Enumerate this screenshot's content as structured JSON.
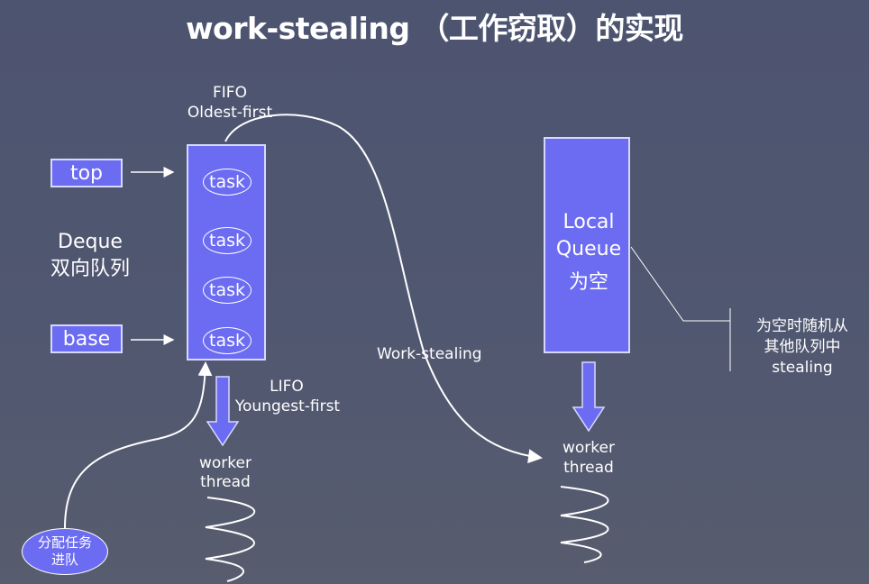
{
  "title": "work-stealing （工作窃取）的实现",
  "deque": {
    "top_label": "top",
    "base_label": "base",
    "name": "Deque",
    "name_cn": "双向队列",
    "tasks": [
      "task",
      "task",
      "task",
      "task"
    ],
    "fifo": "FIFO",
    "fifo_sub": "Oldest-first",
    "lifo": "LIFO",
    "lifo_sub": "Youngest-first",
    "worker": "worker",
    "worker_sub": "thread"
  },
  "assign": {
    "line1": "分配任务",
    "line2": "进队"
  },
  "steal_label": "Work-stealing",
  "local_queue": {
    "line1": "Local",
    "line2": "Queue",
    "line3": "为空",
    "worker": "worker",
    "worker_sub": "thread"
  },
  "note": {
    "line1": "为空时随机从",
    "line2": "其他队列中",
    "line3": "stealing"
  },
  "colors": {
    "background": "#4f5670",
    "box_fill": "#6c6cf2",
    "box_border": "#d8d8ff",
    "text": "#ffffff"
  }
}
